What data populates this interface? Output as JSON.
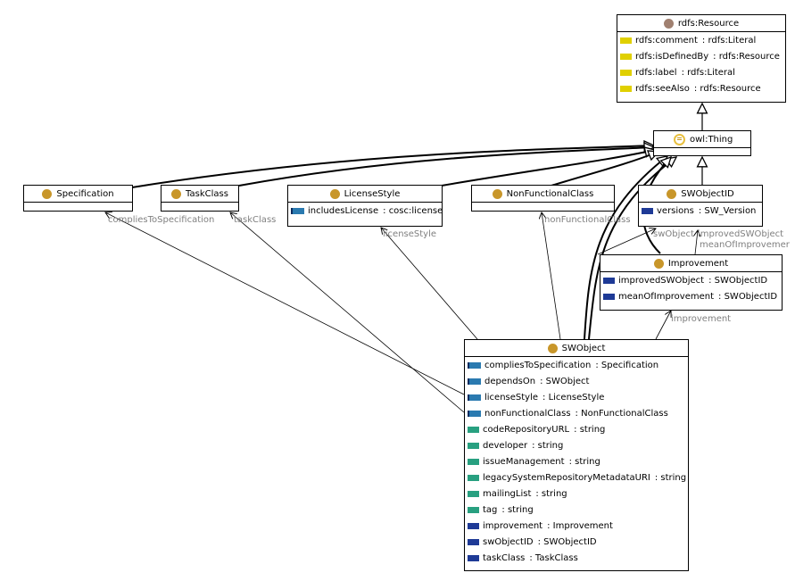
{
  "diagram": {
    "classes": {
      "resource": {
        "name": "rdfs:Resource",
        "properties": [
          {
            "name": "rdfs:comment",
            "type": ": rdfs:Literal",
            "icon": "literal-annotation"
          },
          {
            "name": "rdfs:isDefinedBy",
            "type": ": rdfs:Resource",
            "icon": "literal-annotation"
          },
          {
            "name": "rdfs:label",
            "type": ": rdfs:Literal",
            "icon": "literal-annotation"
          },
          {
            "name": "rdfs:seeAlso",
            "type": ": rdfs:Resource",
            "icon": "literal-annotation"
          }
        ]
      },
      "thing": {
        "name": "owl:Thing"
      },
      "specification": {
        "name": "Specification"
      },
      "taskclass": {
        "name": "TaskClass"
      },
      "licensestyle": {
        "name": "LicenseStyle",
        "properties": [
          {
            "name": "includesLicense",
            "type": ": cosc:license",
            "icon": "functional-object"
          }
        ]
      },
      "nonfunctional": {
        "name": "NonFunctionalClass"
      },
      "swobjectid": {
        "name": "SWObjectID",
        "properties": [
          {
            "name": "versions",
            "type": ": SW_Version",
            "icon": "object"
          }
        ]
      },
      "improvement": {
        "name": "Improvement",
        "properties": [
          {
            "name": "improvedSWObject",
            "type": ": SWObjectID",
            "icon": "object"
          },
          {
            "name": "meanOfImprovement",
            "type": ": SWObjectID",
            "icon": "object"
          }
        ]
      },
      "swobject": {
        "name": "SWObject",
        "properties": [
          {
            "name": "compliesToSpecification",
            "type": ": Specification",
            "icon": "functional-object"
          },
          {
            "name": "dependsOn",
            "type": ": SWObject",
            "icon": "functional-object"
          },
          {
            "name": "licenseStyle",
            "type": ": LicenseStyle",
            "icon": "functional-object"
          },
          {
            "name": "nonFunctionalClass",
            "type": ": NonFunctionalClass",
            "icon": "functional-object"
          },
          {
            "name": "codeRepositoryURL",
            "type": ": string",
            "icon": "datatype"
          },
          {
            "name": "developer",
            "type": ": string",
            "icon": "datatype"
          },
          {
            "name": "issueManagement",
            "type": ": string",
            "icon": "datatype"
          },
          {
            "name": "legacySystemRepositoryMetadataURI",
            "type": ": string",
            "icon": "datatype"
          },
          {
            "name": "mailingList",
            "type": ": string",
            "icon": "datatype"
          },
          {
            "name": "tag",
            "type": ": string",
            "icon": "datatype"
          },
          {
            "name": "improvement",
            "type": ": Improvement",
            "icon": "object"
          },
          {
            "name": "swObjectID",
            "type": ": SWObjectID",
            "icon": "object"
          },
          {
            "name": "taskClass",
            "type": ": TaskClass",
            "icon": "object"
          }
        ]
      }
    },
    "edge_labels": {
      "compliesToSpecification": "compliesToSpecification",
      "taskClass": "taskClass",
      "licenseStyle": "licenseStyle",
      "nonFunctionalClass": "nonFunctionalClass",
      "swObject": "swObject",
      "improvedSWObject": "improvedSWObject",
      "meanOfImprovement": "meanOfImprovemer",
      "improvement": "improvement"
    },
    "colors": {
      "class_icon": "#c8962a",
      "resource_icon": "#a08070",
      "annotation_property": "#e0d000",
      "object_property": "#1e3a96",
      "functional_object_property": "#2a7ab0",
      "datatype_property": "#28a080",
      "edge_label": "#808080"
    }
  }
}
